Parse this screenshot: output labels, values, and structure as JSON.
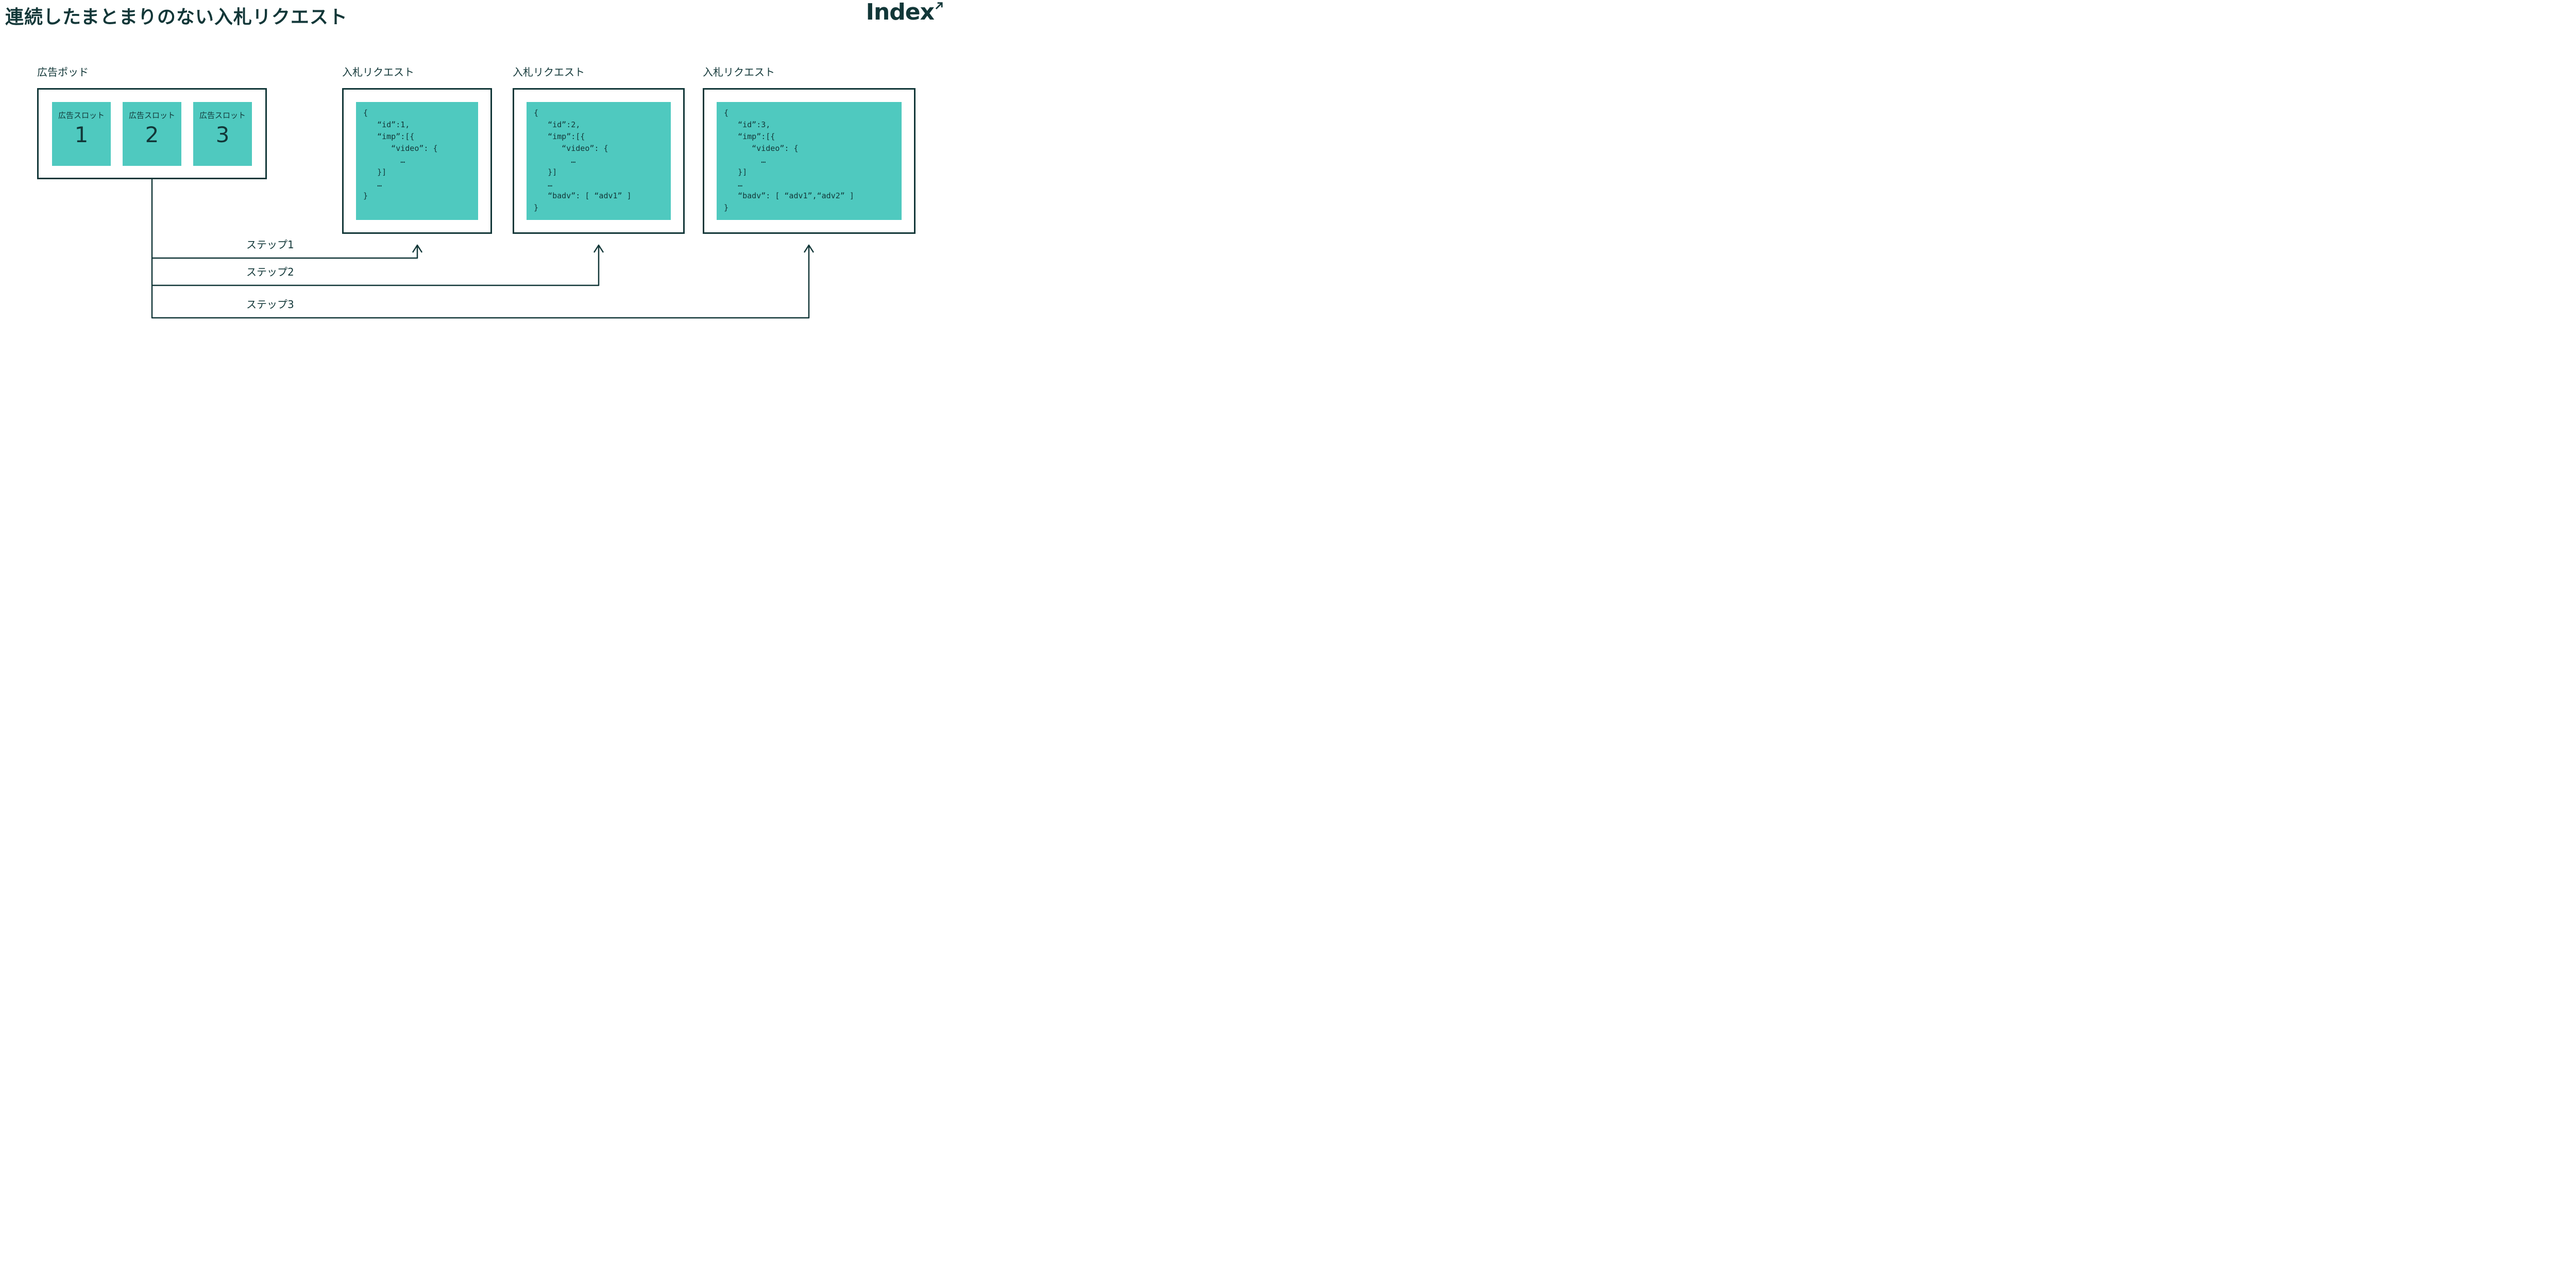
{
  "page": {
    "title": "連続したまとまりのない入札リクエスト",
    "logo_text": "Index"
  },
  "ad_pod": {
    "label": "広告ポッド",
    "slots": [
      {
        "label": "広告スロット",
        "number": "1"
      },
      {
        "label": "広告スロット",
        "number": "2"
      },
      {
        "label": "広告スロット",
        "number": "3"
      }
    ]
  },
  "bid_requests": [
    {
      "label": "入札リクエスト",
      "code": "{\n   “id”:1,\n   “imp”:[{\n      “video”: {\n        …\n   }]\n   …\n}"
    },
    {
      "label": "入札リクエスト",
      "code": "{\n   “id”:2,\n   “imp”:[{\n      “video”: {\n        …\n   }]\n   …\n   “badv”: [ “adv1” ]\n}"
    },
    {
      "label": "入札リクエスト",
      "code": "{\n   “id”:3,\n   “imp”:[{\n      “video”: {\n        …\n   }]\n   …\n   “badv”: [ “adv1”,“adv2” ]\n}"
    }
  ],
  "steps": [
    {
      "label": "ステップ1"
    },
    {
      "label": "ステップ2"
    },
    {
      "label": "ステップ3"
    }
  ],
  "colors": {
    "ink": "#123738",
    "teal": "#4fc9bf",
    "background": "#ffffff"
  }
}
